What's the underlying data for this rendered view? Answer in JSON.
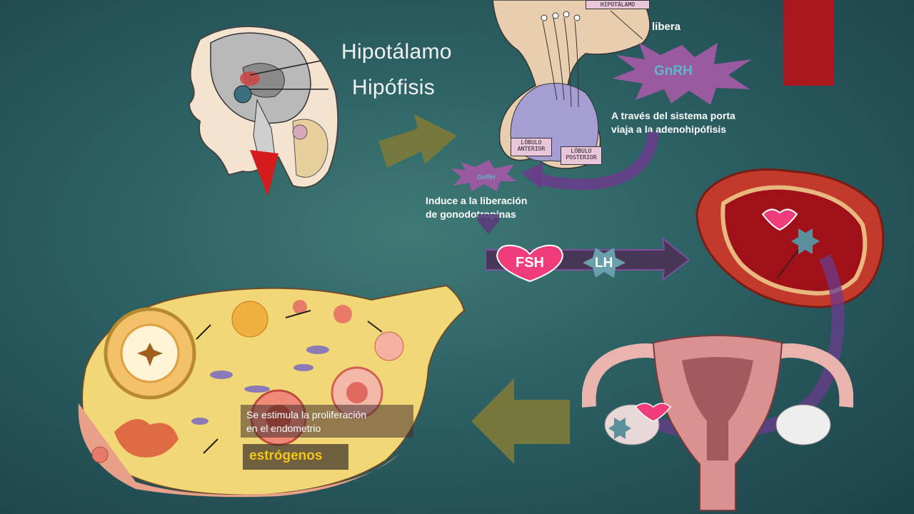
{
  "labels": {
    "hypothalamus": "Hipotálamo",
    "pituitary": "Hipófisis",
    "hipotalamo_tag": "HIPOTÁLAMO",
    "lobulo_anterior": "LÓBULO ANTERIOR",
    "lobulo_posterior": "LÓBULO POSTERIOR",
    "libera": "libera",
    "gnrh_big": "GnRH",
    "gnrh_small": "GnRH",
    "portal_text_1": "A través del sistema porta",
    "portal_text_2": "viaja a la adenohipófisis",
    "induce_1": "Induce a la liberación",
    "induce_2": "de gonodotropinas",
    "fsh": "FSH",
    "lh": "LH",
    "endo_1": "Se estimula la proliferación",
    "endo_2": "en el endometrio",
    "estrogens": "estrógenos"
  },
  "colors": {
    "accent_red": "#a8181c",
    "arrow_olive": "#7d7a3a",
    "purple_arrow": "#6a3c8c",
    "gnrh_star": "#9a5aa0",
    "gnrh_text": "#5fb5c9",
    "fsh_heart": "#f03c7a",
    "lh_star": "#6aa0ab",
    "estrogen_text": "#f5c518"
  }
}
